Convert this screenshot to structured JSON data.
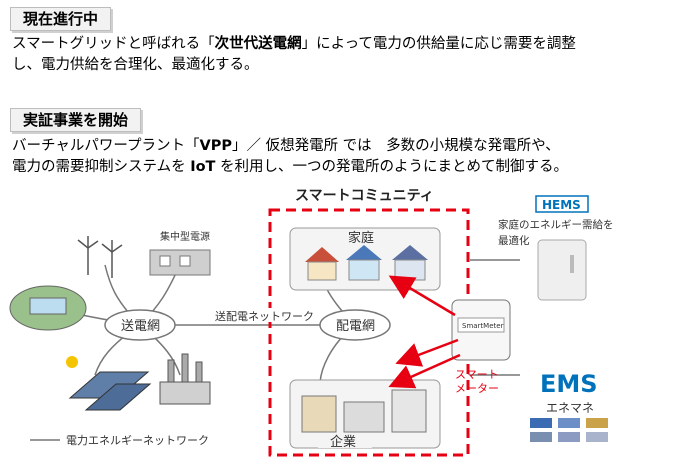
{
  "section1": {
    "heading": "現在進行中",
    "line1_pre": "スマートグリッドと呼ばれる「",
    "line1_bold": "次世代送電網",
    "line1_post": "」によって電力の供給量に応じ需要を調整",
    "line2": "し、電力供給を合理化、最適化する。"
  },
  "section2": {
    "heading": "実証事業を開始",
    "line1_pre": "バーチャルパワープラント「",
    "line1_bold": "VPP",
    "line1_post": "」／ 仮想発電所 では　多数の小規模な発電所や、",
    "line2_pre": "電力の需要抑制システムを ",
    "line2_bold": "IoT",
    "line2_post": " を利用し、一つの発電所のようにまとめて制御する。"
  },
  "diagram": {
    "smart_community": "スマートコミュニティ",
    "central_power": "集中型電源",
    "transmission_net": "送電網",
    "distribution_link": "送配電ネットワーク",
    "distribution_net": "配電網",
    "home": "家庭",
    "enterprise": "企業",
    "smart_meter_label_1": "スマート",
    "smart_meter_label_2": "メーター",
    "smart_meter_device": "SmartMeter",
    "hems_badge": "HEMS",
    "hems_desc_1": "家庭のエネルギー需給を",
    "hems_desc_2": "最適化",
    "ems_logo": "EMS",
    "ems_sub": "エネマネ",
    "legend": "電力エネルギーネットワーク",
    "colors": {
      "red": "#e60012",
      "blue": "#0072bc",
      "grey": "#666666"
    }
  }
}
